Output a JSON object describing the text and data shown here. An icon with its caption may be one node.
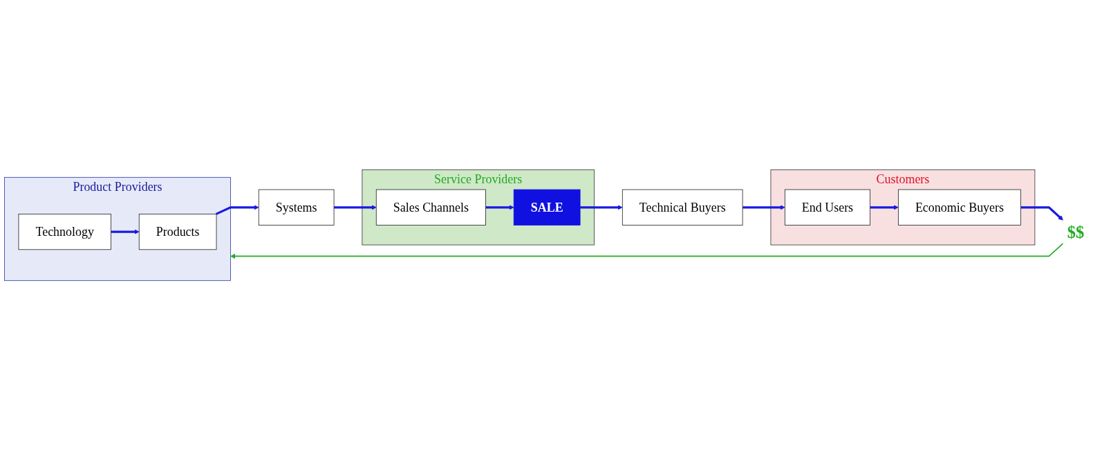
{
  "diagram": {
    "nodes": [
      {
        "text": [
          "Product Providers"
        ]
      },
      {
        "text": [
          "Products"
        ],
        "in": 0
      },
      {
        "text": [
          "Technology"
        ],
        "in": 0
      },
      {
        "text": [
          "Systems"
        ]
      },
      {
        "text": [
          "Service Providers"
        ]
      },
      {
        "text": [
          "Sales Channels"
        ],
        "in": 4
      },
      {
        "text": [
          "SALE"
        ],
        "in": 4
      },
      {
        "text": [
          "Customers"
        ]
      },
      {
        "text": [
          "End Users"
        ],
        "in": 7
      },
      {
        "text": [
          "Technical Buyers"
        ]
      },
      {
        "text": [
          "Economic Buyers"
        ],
        "in": 7
      },
      {
        "text": [
          "$$"
        ]
      }
    ],
    "edges": [
      {
        "from": 2,
        "to": 1,
        "arrow": "to"
      },
      {
        "from": 1,
        "to": 3,
        "arrow": "to"
      },
      {
        "from": 3,
        "to": 5,
        "arrow": "to"
      },
      {
        "from": 5,
        "to": 6,
        "arrow": "to"
      },
      {
        "from": 6,
        "to": 9,
        "arrow": "to"
      },
      {
        "from": 9,
        "to": 8,
        "arrow": "to"
      },
      {
        "from": 8,
        "to": 10,
        "arrow": "to"
      },
      {
        "from": 10,
        "to": 11,
        "arrow": "to"
      },
      {
        "from": 11,
        "to": 0,
        "arrow": "to",
        "color": "#22aa22"
      }
    ]
  }
}
